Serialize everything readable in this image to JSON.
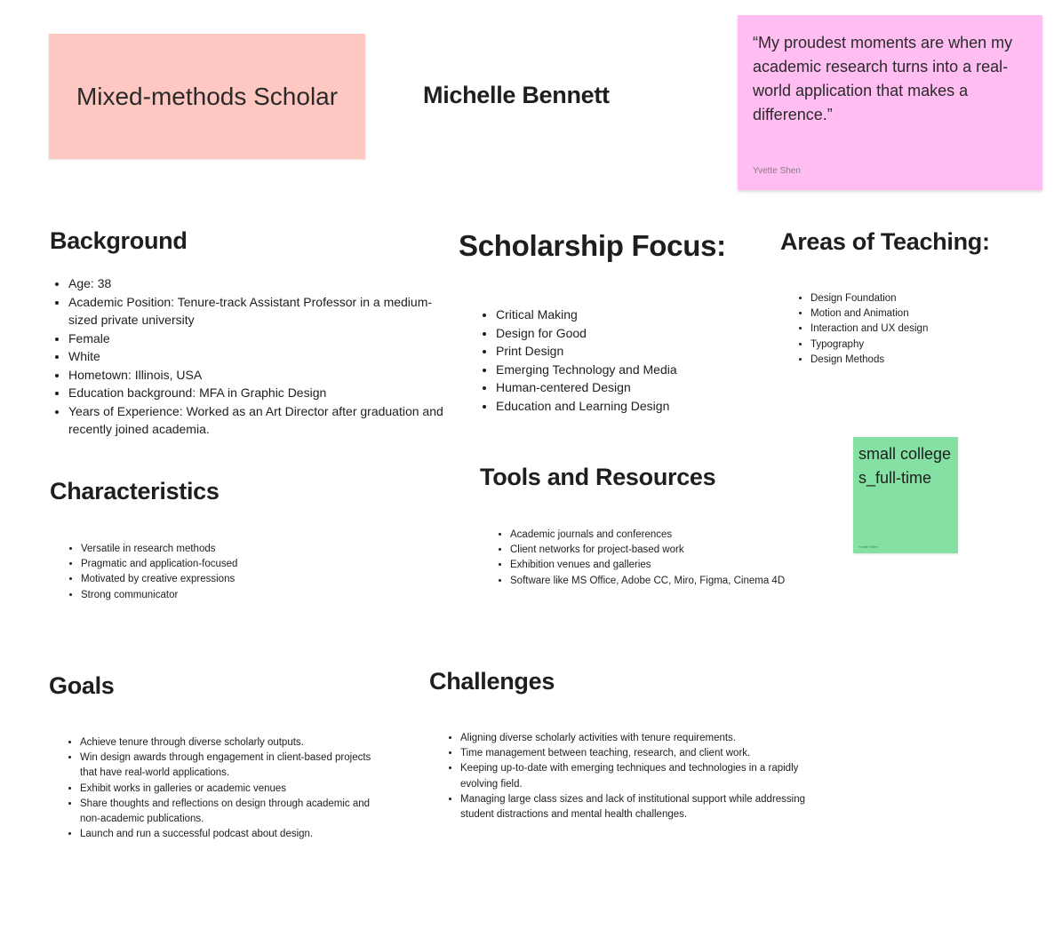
{
  "persona": {
    "type_label": "Mixed-methods Scholar",
    "name": "Michelle Bennett"
  },
  "quote_sticky": {
    "text": "“My proudest moments are when my academic research turns into a real-world application that makes a difference.”",
    "author": "Yvette Shen",
    "color": "#ffbdf2"
  },
  "type_sticky": {
    "color": "#ffc7c2"
  },
  "tag_sticky": {
    "text": "small colleges_full-time",
    "author": "Yvette Shen",
    "color": "#85e0a3"
  },
  "background": {
    "heading": "Background",
    "items": [
      "Age: 38",
      "Academic Position: Tenure-track Assistant Professor in a medium-sized private university",
      "Female",
      "White",
      "Hometown: Illinois, USA",
      "Education background: MFA in Graphic Design",
      "Years of Experience: Worked as an Art Director after graduation and recently joined academia."
    ]
  },
  "scholarship": {
    "heading": "Scholarship Focus:",
    "items": [
      "Critical Making",
      "Design for Good",
      "Print Design",
      "Emerging Technology and Media",
      "Human-centered Design",
      "Education and Learning Design"
    ]
  },
  "teaching": {
    "heading": "Areas of Teaching:",
    "items": [
      "Design Foundation",
      "Motion and Animation",
      "Interaction and UX design",
      "Typography",
      "Design Methods"
    ]
  },
  "characteristics": {
    "heading": "Characteristics",
    "items": [
      "Versatile in research methods",
      "Pragmatic and application-focused",
      "Motivated by creative expressions",
      "Strong communicator"
    ]
  },
  "tools": {
    "heading": "Tools and Resources",
    "items": [
      "Academic journals and conferences",
      "Client networks for project-based work",
      "Exhibition venues and galleries",
      "Software like MS Office, Adobe CC, Miro, Figma, Cinema 4D"
    ]
  },
  "goals": {
    "heading": "Goals",
    "items": [
      "Achieve tenure through diverse scholarly outputs.",
      "Win design awards through engagement in client-based projects that have real-world applications.",
      "Exhibit works in galleries or academic venues",
      "Share thoughts and reflections on design through academic and non-academic publications.",
      "Launch and run a successful podcast about design."
    ]
  },
  "challenges": {
    "heading": "Challenges",
    "items": [
      "Aligning diverse scholarly activities with tenure requirements.",
      "Time management between teaching, research, and client work.",
      "Keeping up-to-date with emerging techniques and technologies in a rapidly evolving field.",
      "Managing large class sizes and lack of institutional support while addressing student distractions and mental health challenges."
    ]
  }
}
